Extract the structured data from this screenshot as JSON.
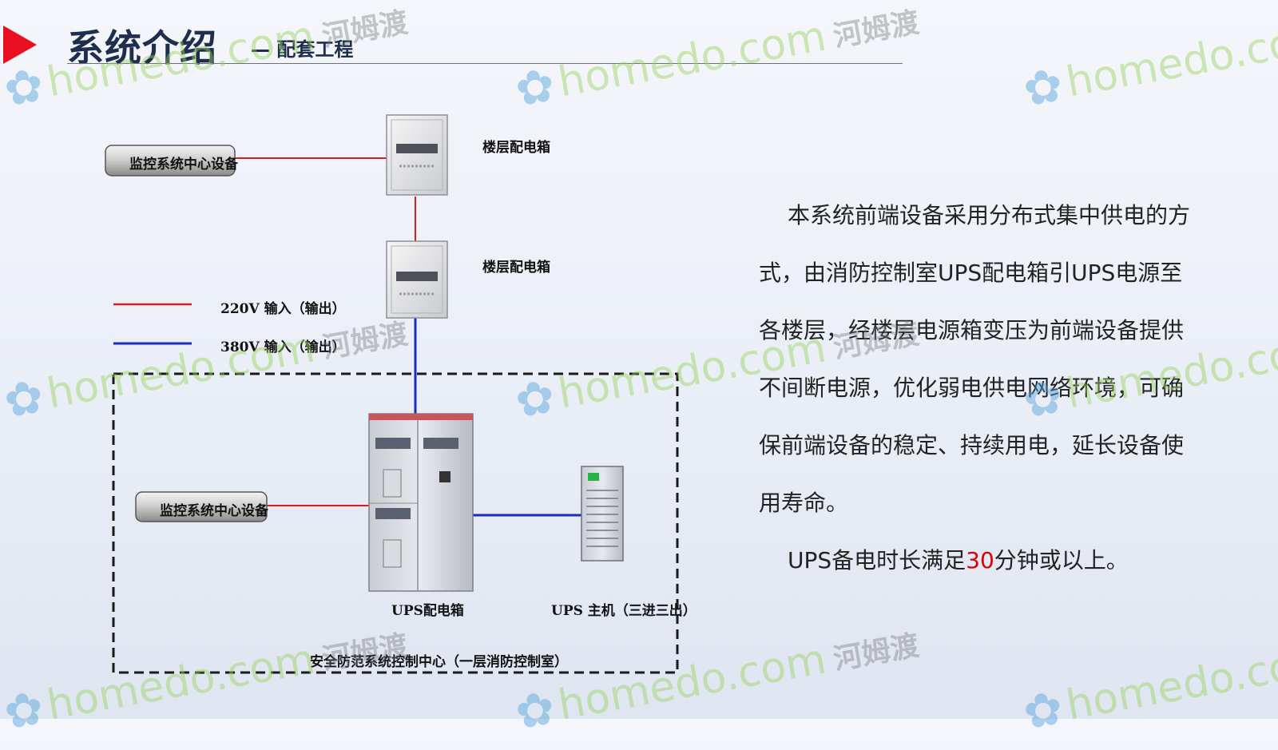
{
  "header": {
    "title": "系统介绍",
    "subtitle": "— 配套工程",
    "accent_color": "#e8101f"
  },
  "diagram": {
    "monitor_center_top": "监控系统中心设备",
    "floor_box_1": "楼层配电箱",
    "floor_box_2": "楼层配电箱",
    "legend": [
      {
        "label": "220V 输入（输出）",
        "color": "#d42020"
      },
      {
        "label": "380V 输入（输出）",
        "color": "#1b2cc2"
      }
    ],
    "monitor_center_bottom": "监控系统中心设备",
    "ups_box": "UPS配电箱",
    "ups_host": "UPS 主机（三进三出）",
    "control_room": "安全防范系统控制中心（一层消防控制室）"
  },
  "text": {
    "lines": [
      "本系统前端设备采用分布式集中供电的方",
      "式，由消防控制室UPS配电箱引UPS电源至",
      "各楼层，经楼层电源箱变压为前端设备提供",
      "不间断电源，优化弱电供电网络环境，可确",
      "保前端设备的稳定、持续用电，延长设备使",
      "用寿命。"
    ],
    "last_pre": "UPS备电时长满足",
    "last_num": "30",
    "last_post": "分钟或以上。"
  },
  "watermark": {
    "brand": "homedo.com",
    "cn": "河姆渡"
  }
}
